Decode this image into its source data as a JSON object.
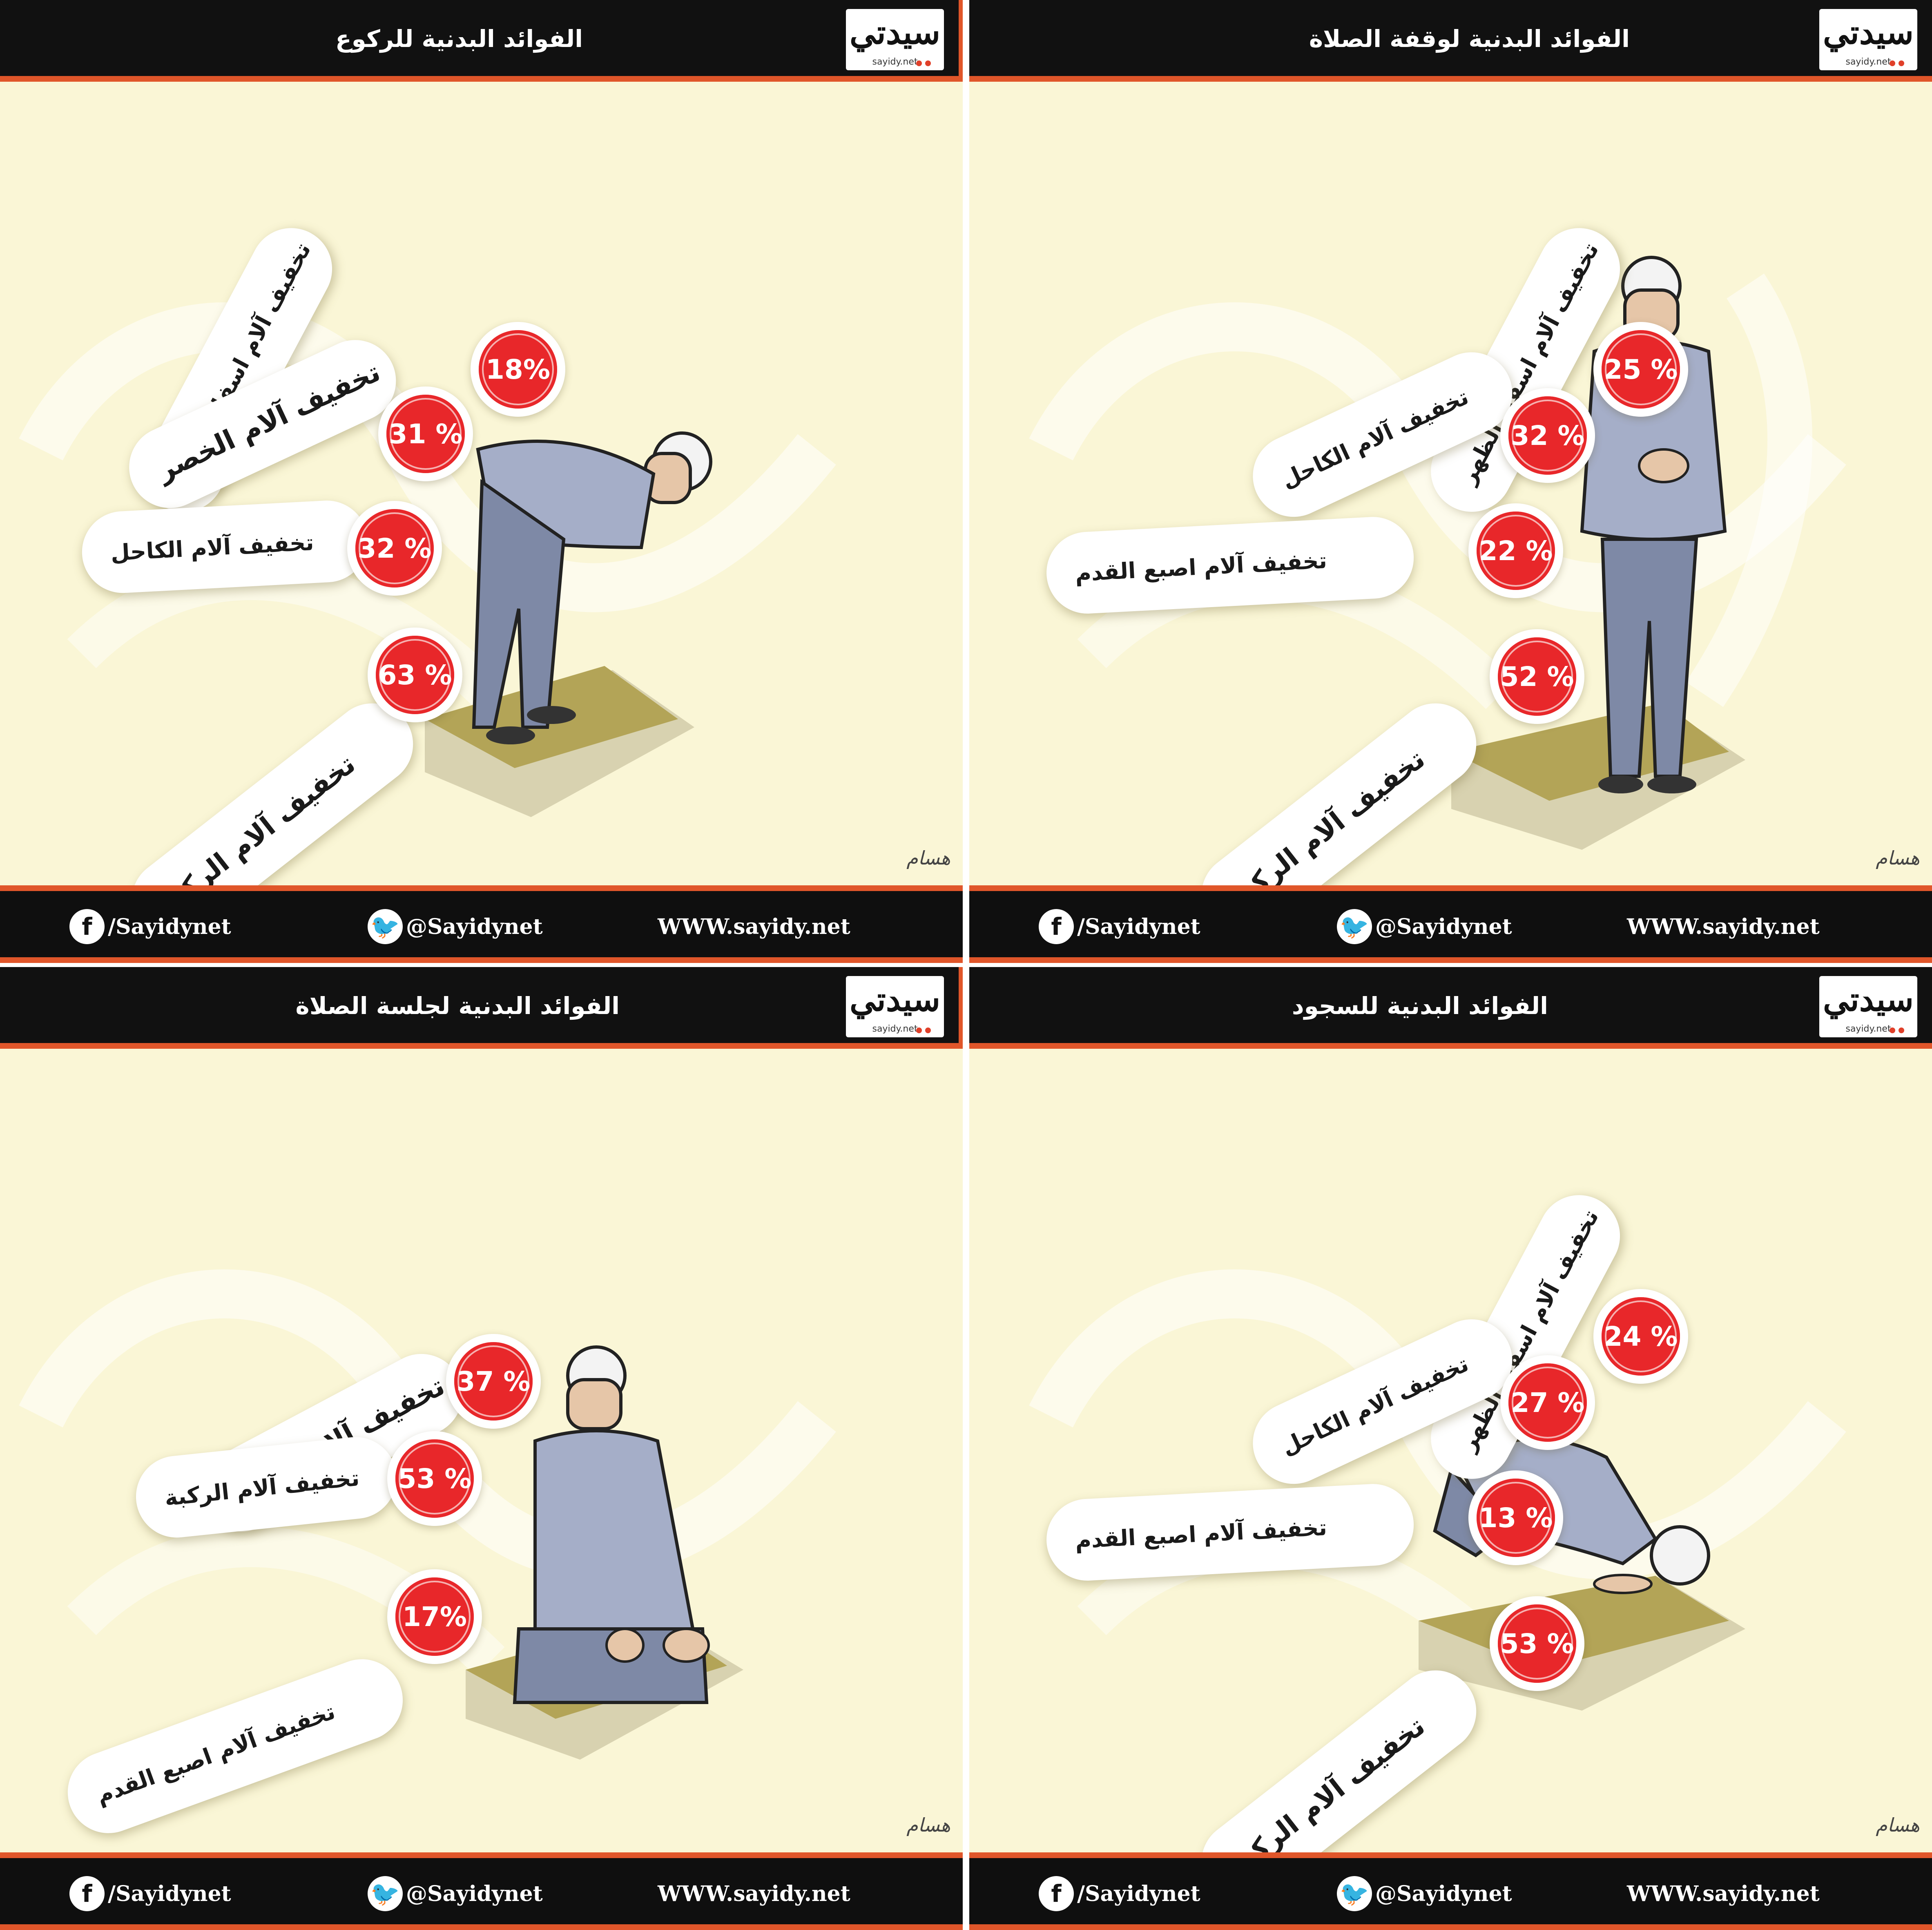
{
  "brand": {
    "logo_text": "سيدتي",
    "logo_url_text": "sayidy.net",
    "signature": "هسام"
  },
  "footer": {
    "facebook": "/Sayidynet",
    "twitter": "@Sayidynet",
    "website": "WWW.sayidy.net",
    "facebook_icon": "f",
    "twitter_icon": "🐦"
  },
  "colors": {
    "header_bg": "#111111",
    "accent": "#e0562a",
    "badge_red": "#e8272a",
    "panel_bg": "#faf6d6"
  },
  "panels": [
    {
      "title": "الفوائد البدنية لوقفة الصلاة",
      "pose": "standing",
      "benefits": [
        {
          "label": "تخفيف آلام اسفل الظهر",
          "value": "25 %"
        },
        {
          "label": "تخفيف آلام الكاحل",
          "value": "32 %"
        },
        {
          "label": "تخفيف آلام اصبع القدم",
          "value": "22 %"
        },
        {
          "label": "تخفيف آلام الركبة",
          "value": "52 %"
        }
      ]
    },
    {
      "title": "الفوائد البدنية للركوع",
      "pose": "bowing",
      "benefits": [
        {
          "label": "تخفيف آلام اسفل الظهر",
          "value": "18%"
        },
        {
          "label": "تخفيف آلام الخصر",
          "value": "31 %"
        },
        {
          "label": "تخفيف آلام الكاحل",
          "value": "32 %"
        },
        {
          "label": "تخفيف آلام الركبة",
          "value": "63 %"
        }
      ]
    },
    {
      "title": "الفوائد البدنية للسجود",
      "pose": "prostrating",
      "benefits": [
        {
          "label": "تخفيف آلام اسفل الظهر",
          "value": "24 %"
        },
        {
          "label": "تخفيف آلام الكاحل",
          "value": "27 %"
        },
        {
          "label": "تخفيف آلام اصبع القدم",
          "value": "13 %"
        },
        {
          "label": "تخفيف آلام الركبة",
          "value": "53 %"
        }
      ]
    },
    {
      "title": "الفوائد البدنية لجلسة الصلاة",
      "pose": "sitting",
      "benefits": [
        {
          "label": "تخفيف آلام الظهر",
          "value": "37 %"
        },
        {
          "label": "تخفيف آلام الركبة",
          "value": "53 %"
        },
        {
          "label": "تخفيف آلام اصبع القدم",
          "value": "17%"
        }
      ]
    }
  ]
}
